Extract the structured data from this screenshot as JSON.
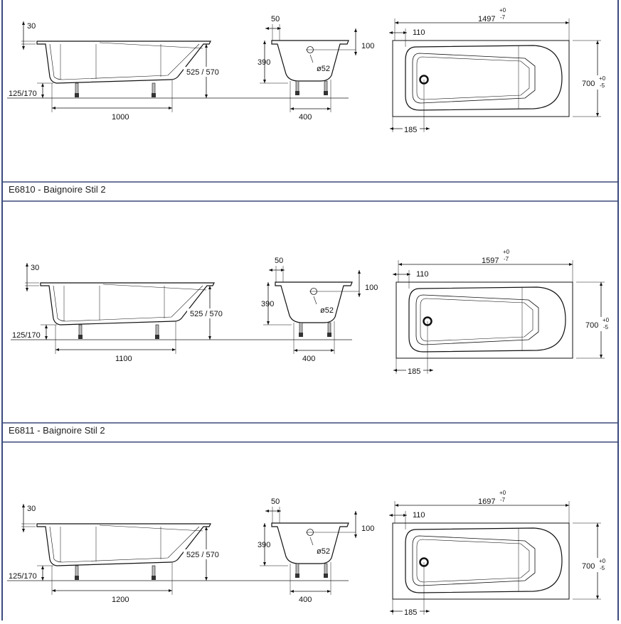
{
  "colors": {
    "frame": "#3b4a7c",
    "line": "#111111",
    "floor": "#555555"
  },
  "sections": [
    {
      "caption": "",
      "dims": {
        "rim": "30",
        "base": "125/170",
        "length": "1000",
        "height": "525 / 570",
        "rim_width": "50",
        "depth": "390",
        "overflow_offset": "100",
        "overflow_dia": "ø52",
        "leg_spacing": "400",
        "overall_length": "1497",
        "len_tol_plus": "+0",
        "len_tol_minus": "-7",
        "edge_offset": "110",
        "drain_offset": "185",
        "overall_width": "700",
        "wid_tol_plus": "+0",
        "wid_tol_minus": "-5"
      }
    },
    {
      "caption": "E6810 - Baignoire Stil 2",
      "dims": {
        "rim": "30",
        "base": "125/170",
        "length": "1100",
        "height": "525 / 570",
        "rim_width": "50",
        "depth": "390",
        "overflow_offset": "100",
        "overflow_dia": "ø52",
        "leg_spacing": "400",
        "overall_length": "1597",
        "len_tol_plus": "+0",
        "len_tol_minus": "-7",
        "edge_offset": "110",
        "drain_offset": "185",
        "overall_width": "700",
        "wid_tol_plus": "+0",
        "wid_tol_minus": "-5"
      }
    },
    {
      "caption": "E6811 - Baignoire Stil 2",
      "dims": {
        "rim": "30",
        "base": "125/170",
        "length": "1200",
        "height": "525 / 570",
        "rim_width": "50",
        "depth": "390",
        "overflow_offset": "100",
        "overflow_dia": "ø52",
        "leg_spacing": "400",
        "overall_length": "1697",
        "len_tol_plus": "+0",
        "len_tol_minus": "-7",
        "edge_offset": "110",
        "drain_offset": "185",
        "overall_width": "700",
        "wid_tol_plus": "+0",
        "wid_tol_minus": "-5"
      }
    }
  ]
}
